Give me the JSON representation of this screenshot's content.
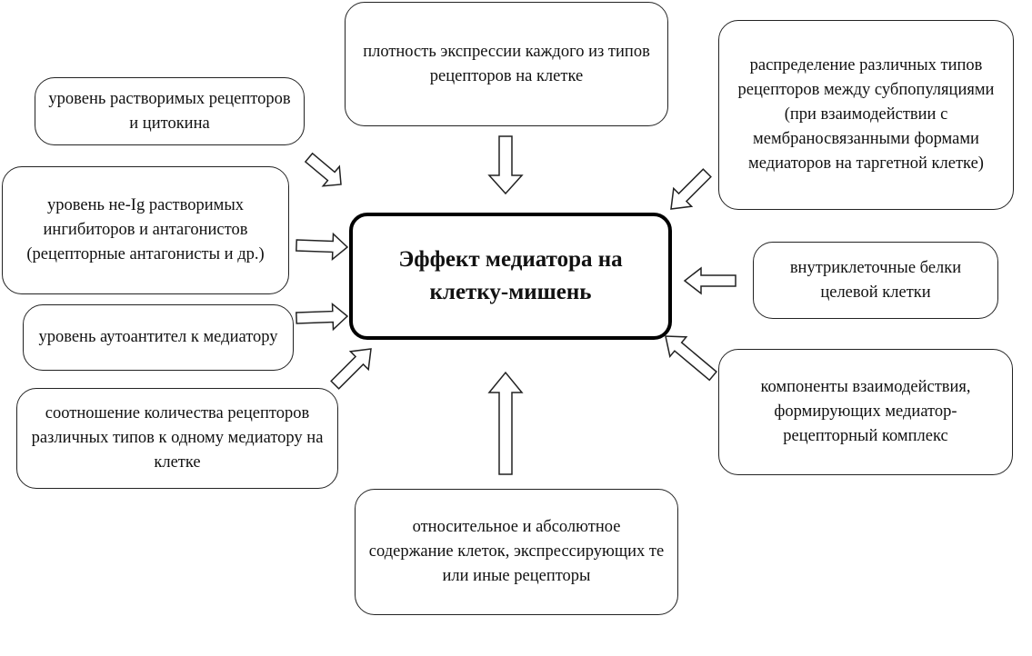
{
  "diagram": {
    "center": "Эффект медиатора на клетку-мишень",
    "factors": {
      "top": "плотность экспрессии каждого из типов рецепторов на клетке",
      "top_right": "распределение различных типов рецепторов между субпопуляциями (при взаимодействии с мембраносвязанными формами медиаторов на таргетной клетке)",
      "soluble_receptors": "уровень растворимых рецепторов и цитокина",
      "non_ig_inhibitors": "уровень не-Ig растворимых ингибиторов и антагонистов (рецепторные антагонисты и др.)",
      "autoantibodies": "уровень аутоантител к медиатору",
      "receptor_ratio": "соотношение количества рецепторов различных типов к одному медиатору на клетке",
      "intracellular_proteins": "внутриклеточные белки целевой клетки",
      "complex_components": "компоненты взаимодействия, формирующих медиатор-рецепторный комплекс",
      "bottom": "относительное и абсолютное содержание клеток, экспрессирующих те или иные рецепторы"
    }
  }
}
